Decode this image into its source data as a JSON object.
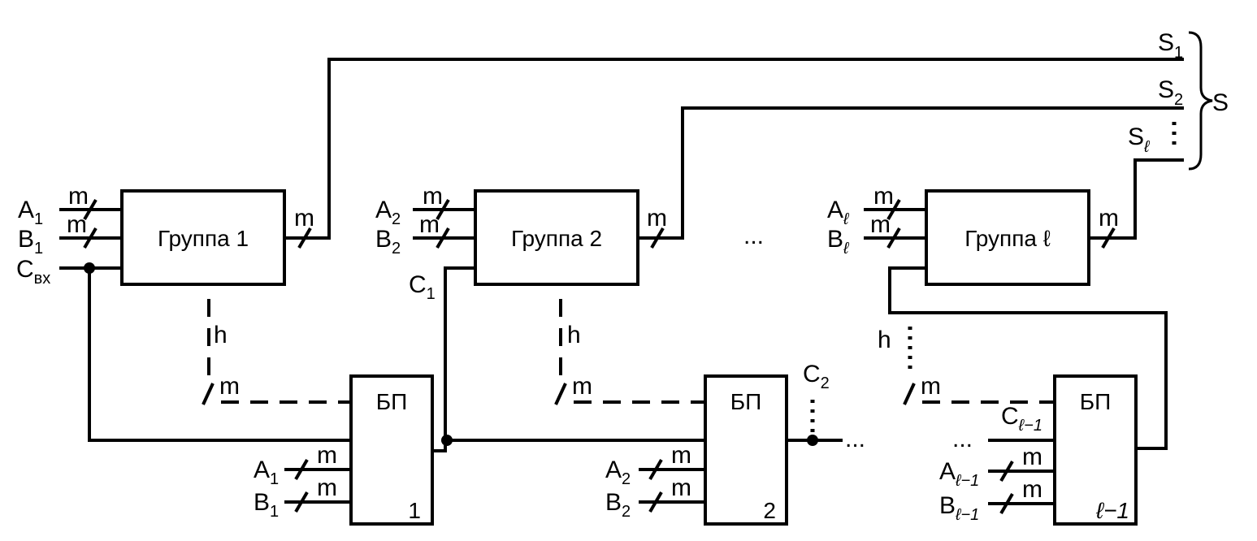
{
  "groups": [
    {
      "label": "Группа 1",
      "in_a": "A",
      "in_a_sub": "1",
      "in_b": "B",
      "in_b_sub": "1",
      "out_width": "m",
      "in_a_width": "m",
      "in_b_width": "m"
    },
    {
      "label": "Группа 2",
      "in_a": "A",
      "in_a_sub": "2",
      "in_b": "B",
      "in_b_sub": "2",
      "out_width": "m",
      "in_a_width": "m",
      "in_b_width": "m"
    },
    {
      "label": "Группа ℓ",
      "in_a": "A",
      "in_a_sub": "ℓ",
      "in_b": "B",
      "in_b_sub": "ℓ",
      "out_width": "m",
      "in_a_width": "m",
      "in_b_width": "m"
    }
  ],
  "carry_blocks": [
    {
      "label": "БП",
      "index": "1",
      "in_a": "A",
      "in_a_sub": "1",
      "in_b": "B",
      "in_b_sub": "1",
      "width": "m"
    },
    {
      "label": "БП",
      "index": "2",
      "in_a": "A",
      "in_a_sub": "2",
      "in_b": "B",
      "in_b_sub": "2",
      "width": "m"
    },
    {
      "label": "БП",
      "index": "ℓ−1",
      "in_a": "A",
      "in_a_sub": "ℓ−1",
      "in_b": "B",
      "in_b_sub": "ℓ−1",
      "width": "m",
      "in_c": "C",
      "in_c_sub": "ℓ−1"
    }
  ],
  "signals": {
    "c_in": "C",
    "c_in_sub": "вх",
    "c1": "C",
    "c1_sub": "1",
    "c2": "C",
    "c2_sub": "2",
    "h": "h",
    "m": "m",
    "ellipsis_groups": "...",
    "ellipsis_carry": "...",
    "ellipsis_carry_in": "..."
  },
  "outputs": {
    "s1": "S",
    "s1_sub": "1",
    "s2": "S",
    "s2_sub": "2",
    "sl": "S",
    "sl_sub": "ℓ",
    "bus": "S"
  }
}
